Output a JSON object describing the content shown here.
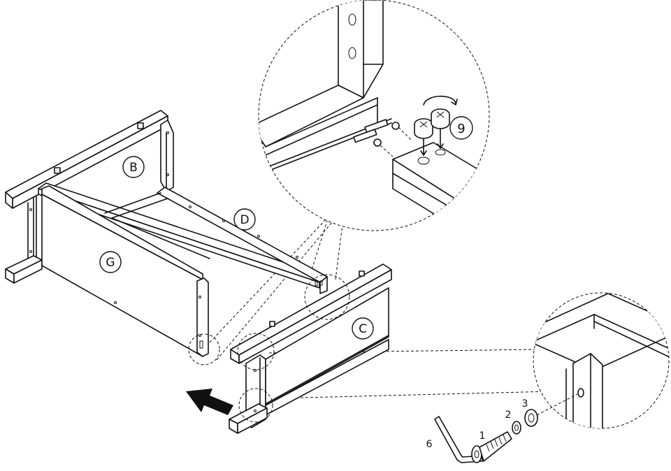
{
  "part_labels": {
    "B": "B",
    "C": "C",
    "D": "D",
    "G": "G"
  },
  "callout_numbers": {
    "cam_lock_count": "9",
    "bolt": "1",
    "lock_washer": "2",
    "flat_washer": "3",
    "allen_key": "6"
  },
  "colors": {
    "line": "#111111",
    "background": "#ffffff",
    "arrow": "#111111"
  },
  "icons": {
    "rotate": "rotate-clockwise-icon",
    "push": "push-direction-arrow-icon"
  }
}
